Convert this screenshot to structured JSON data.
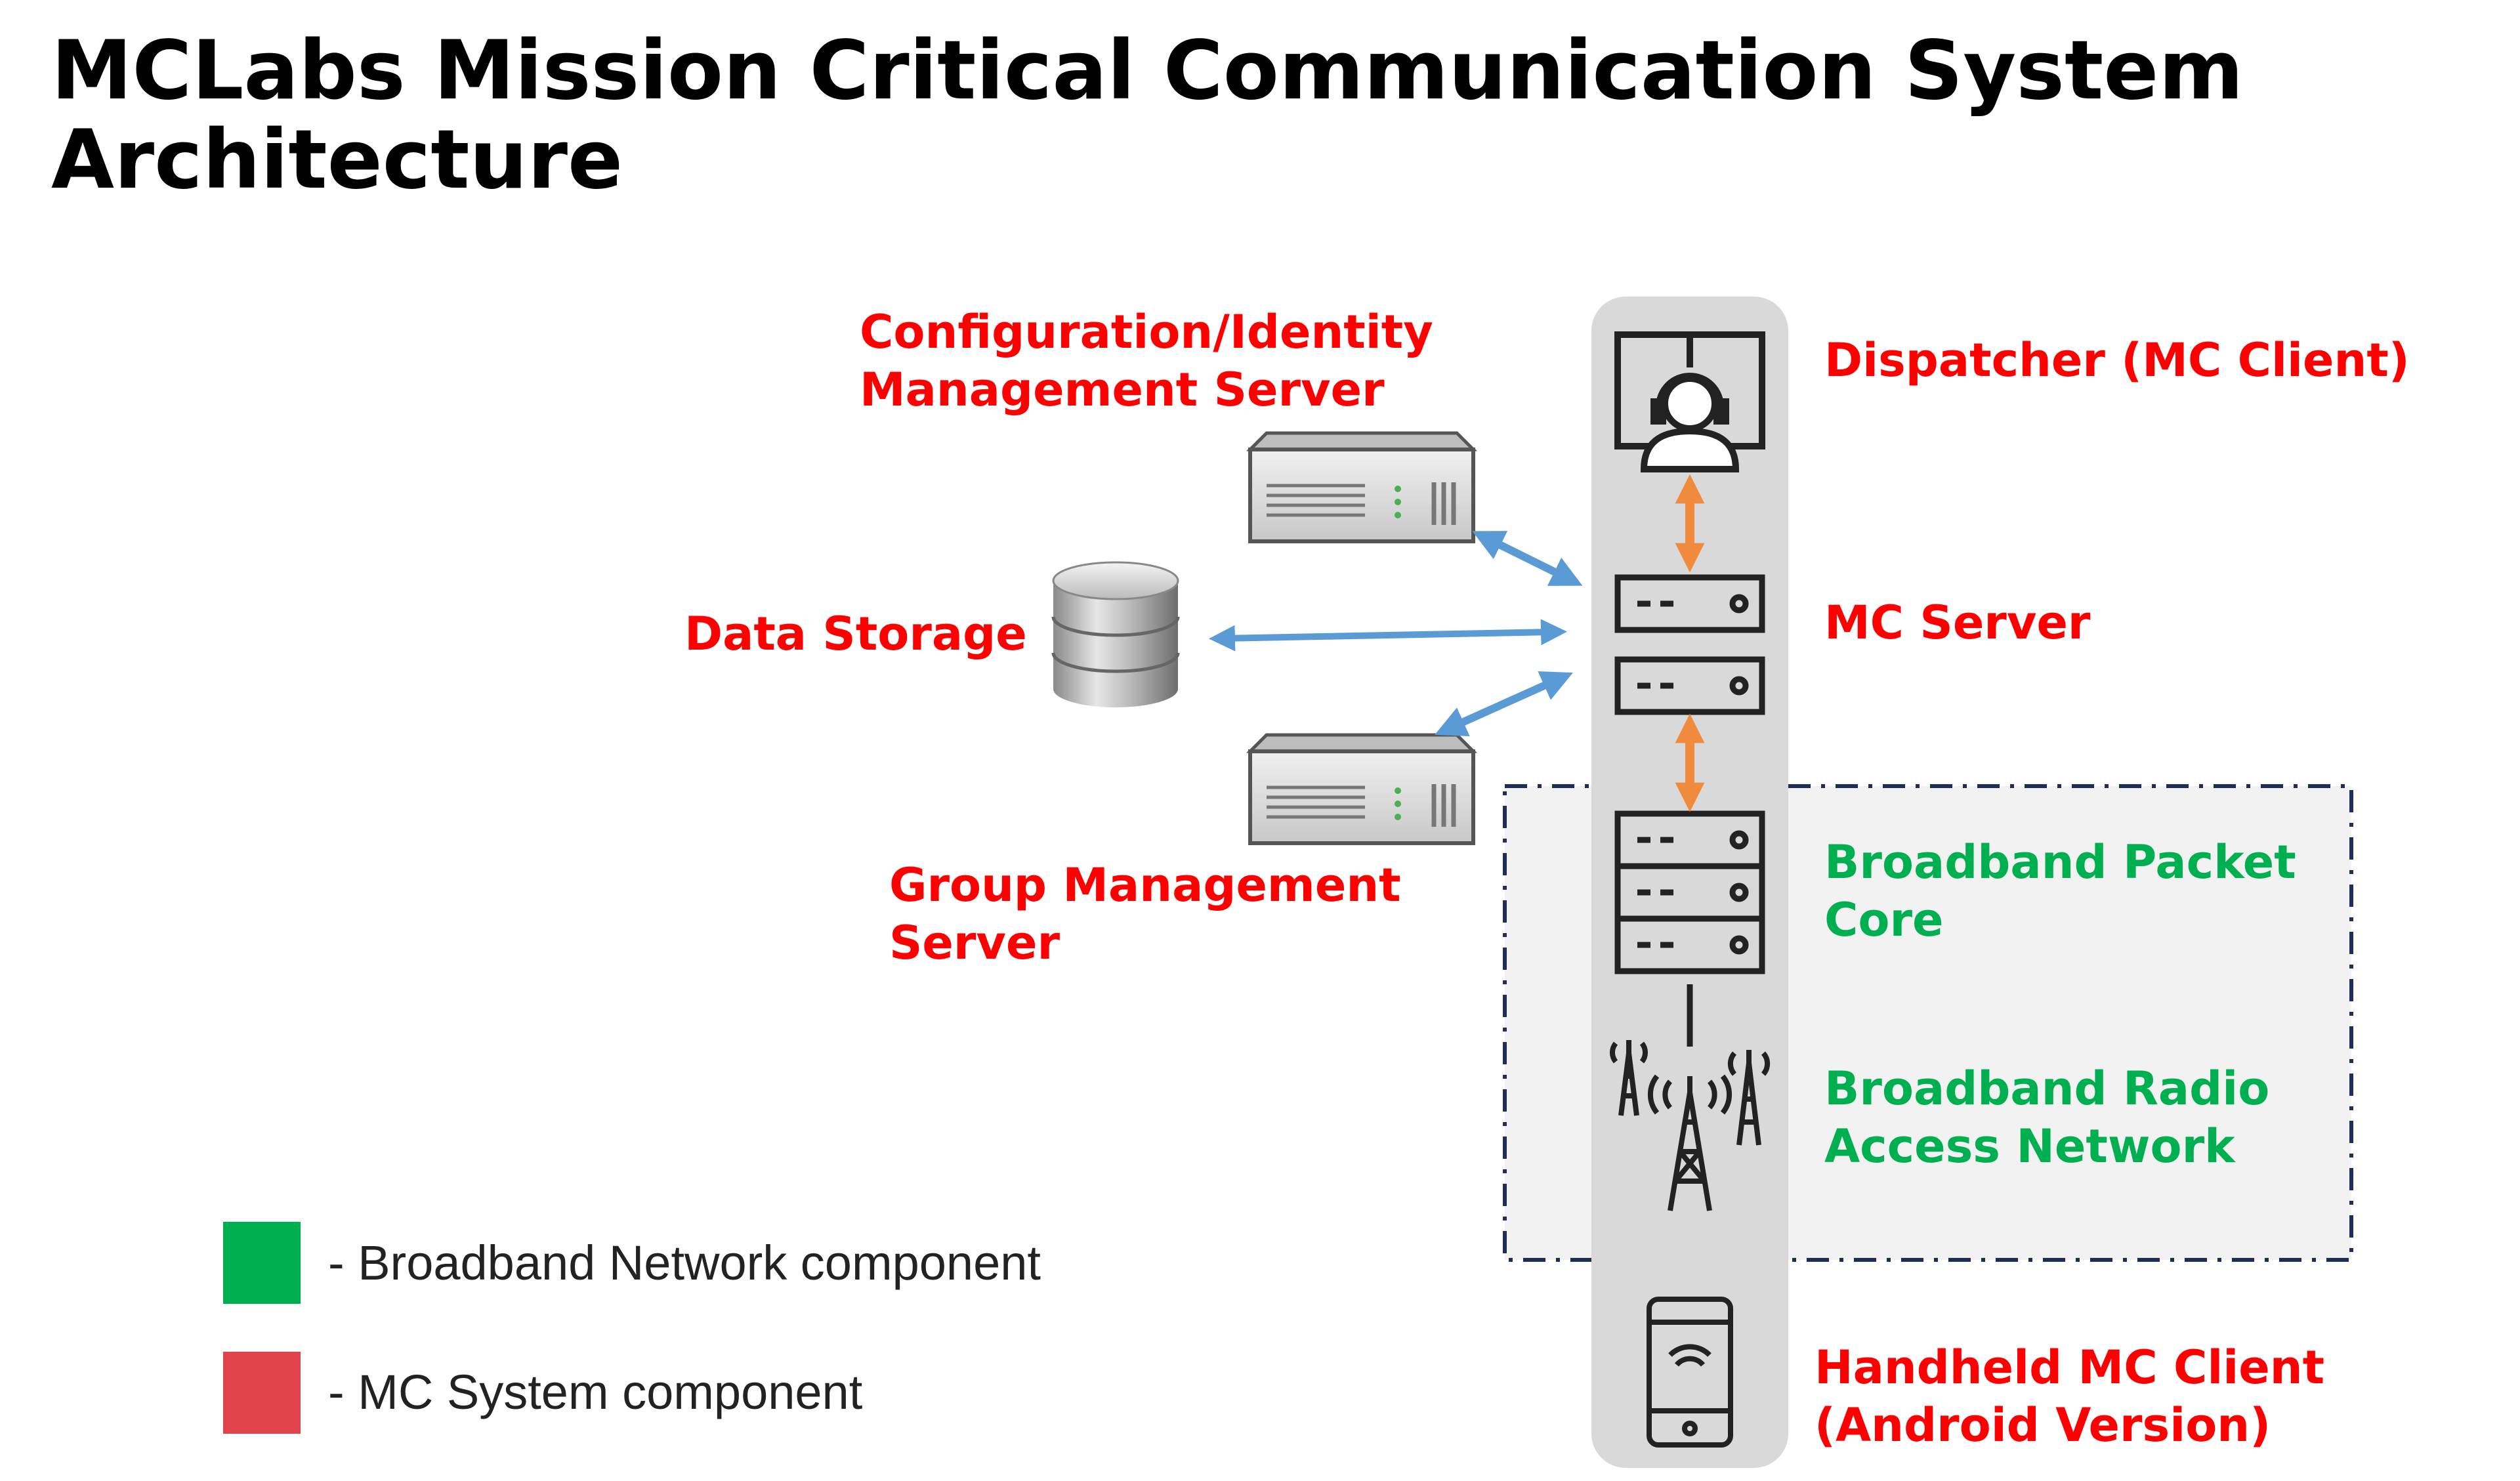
{
  "title": {
    "line1": "MCLabs Mission Critical Communication System",
    "line2": "Architecture"
  },
  "nodes": {
    "config_server": {
      "line1": "Configuration/Identity",
      "line2": "Management Server"
    },
    "data_storage": {
      "label": "Data Storage"
    },
    "group_server": {
      "line1": "Group Management",
      "line2": "Server"
    },
    "dispatcher": {
      "label": "Dispatcher (MC Client)"
    },
    "mc_server": {
      "label": "MC Server"
    },
    "packet_core": {
      "line1": "Broadband Packet",
      "line2": "Core"
    },
    "radio_access": {
      "line1": "Broadband Radio",
      "line2": "Access Network"
    },
    "handheld": {
      "line1": "Handheld MC Client",
      "line2": "(Android Version)"
    }
  },
  "legend": {
    "broadband": {
      "text": "- Broadband Network component",
      "color": "#00b050"
    },
    "mc_system": {
      "text": "- MC System component",
      "color": "#e0434b"
    }
  },
  "colors": {
    "mc_label": "#ff0000",
    "broadband_label": "#00b050",
    "arrow_blue": "#5b9bd5",
    "arrow_orange": "#f08a3c",
    "column_bg": "#d9d9d9",
    "network_box_border": "#1f2d5a"
  },
  "icons": {
    "dispatcher": "headset-operator-icon",
    "mc_server": "server-stack-icon",
    "packet_core": "server-rack-icon",
    "radio_access": "cell-tower-icon",
    "handheld": "smartphone-wifi-icon",
    "config_server": "rack-server-icon",
    "group_server": "rack-server-icon",
    "data_storage": "database-icon"
  }
}
